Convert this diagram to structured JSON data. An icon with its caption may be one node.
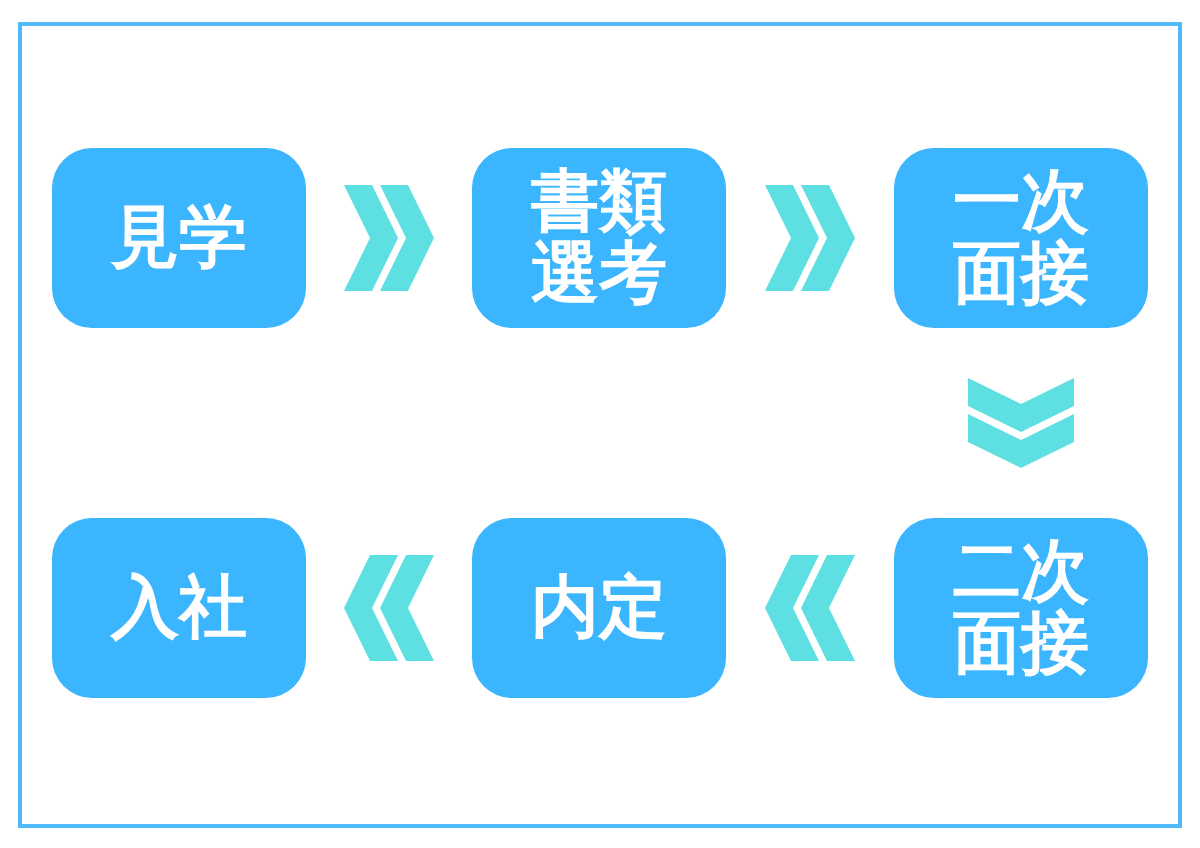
{
  "diagram": {
    "nodes": [
      {
        "text": [
          "見学"
        ]
      },
      {
        "text": [
          "書類選考"
        ]
      },
      {
        "text": [
          "一次面接"
        ]
      },
      {
        "text": [
          "二次面接"
        ]
      },
      {
        "text": [
          "内定"
        ]
      },
      {
        "text": [
          "入社"
        ]
      }
    ],
    "edges": [
      {
        "from": 0,
        "to": 1,
        "arrow": "to"
      },
      {
        "from": 1,
        "to": 2,
        "arrow": "to"
      },
      {
        "from": 2,
        "to": 3,
        "arrow": "to"
      },
      {
        "from": 3,
        "to": 4,
        "arrow": "to"
      },
      {
        "from": 4,
        "to": 5,
        "arrow": "to"
      }
    ]
  }
}
